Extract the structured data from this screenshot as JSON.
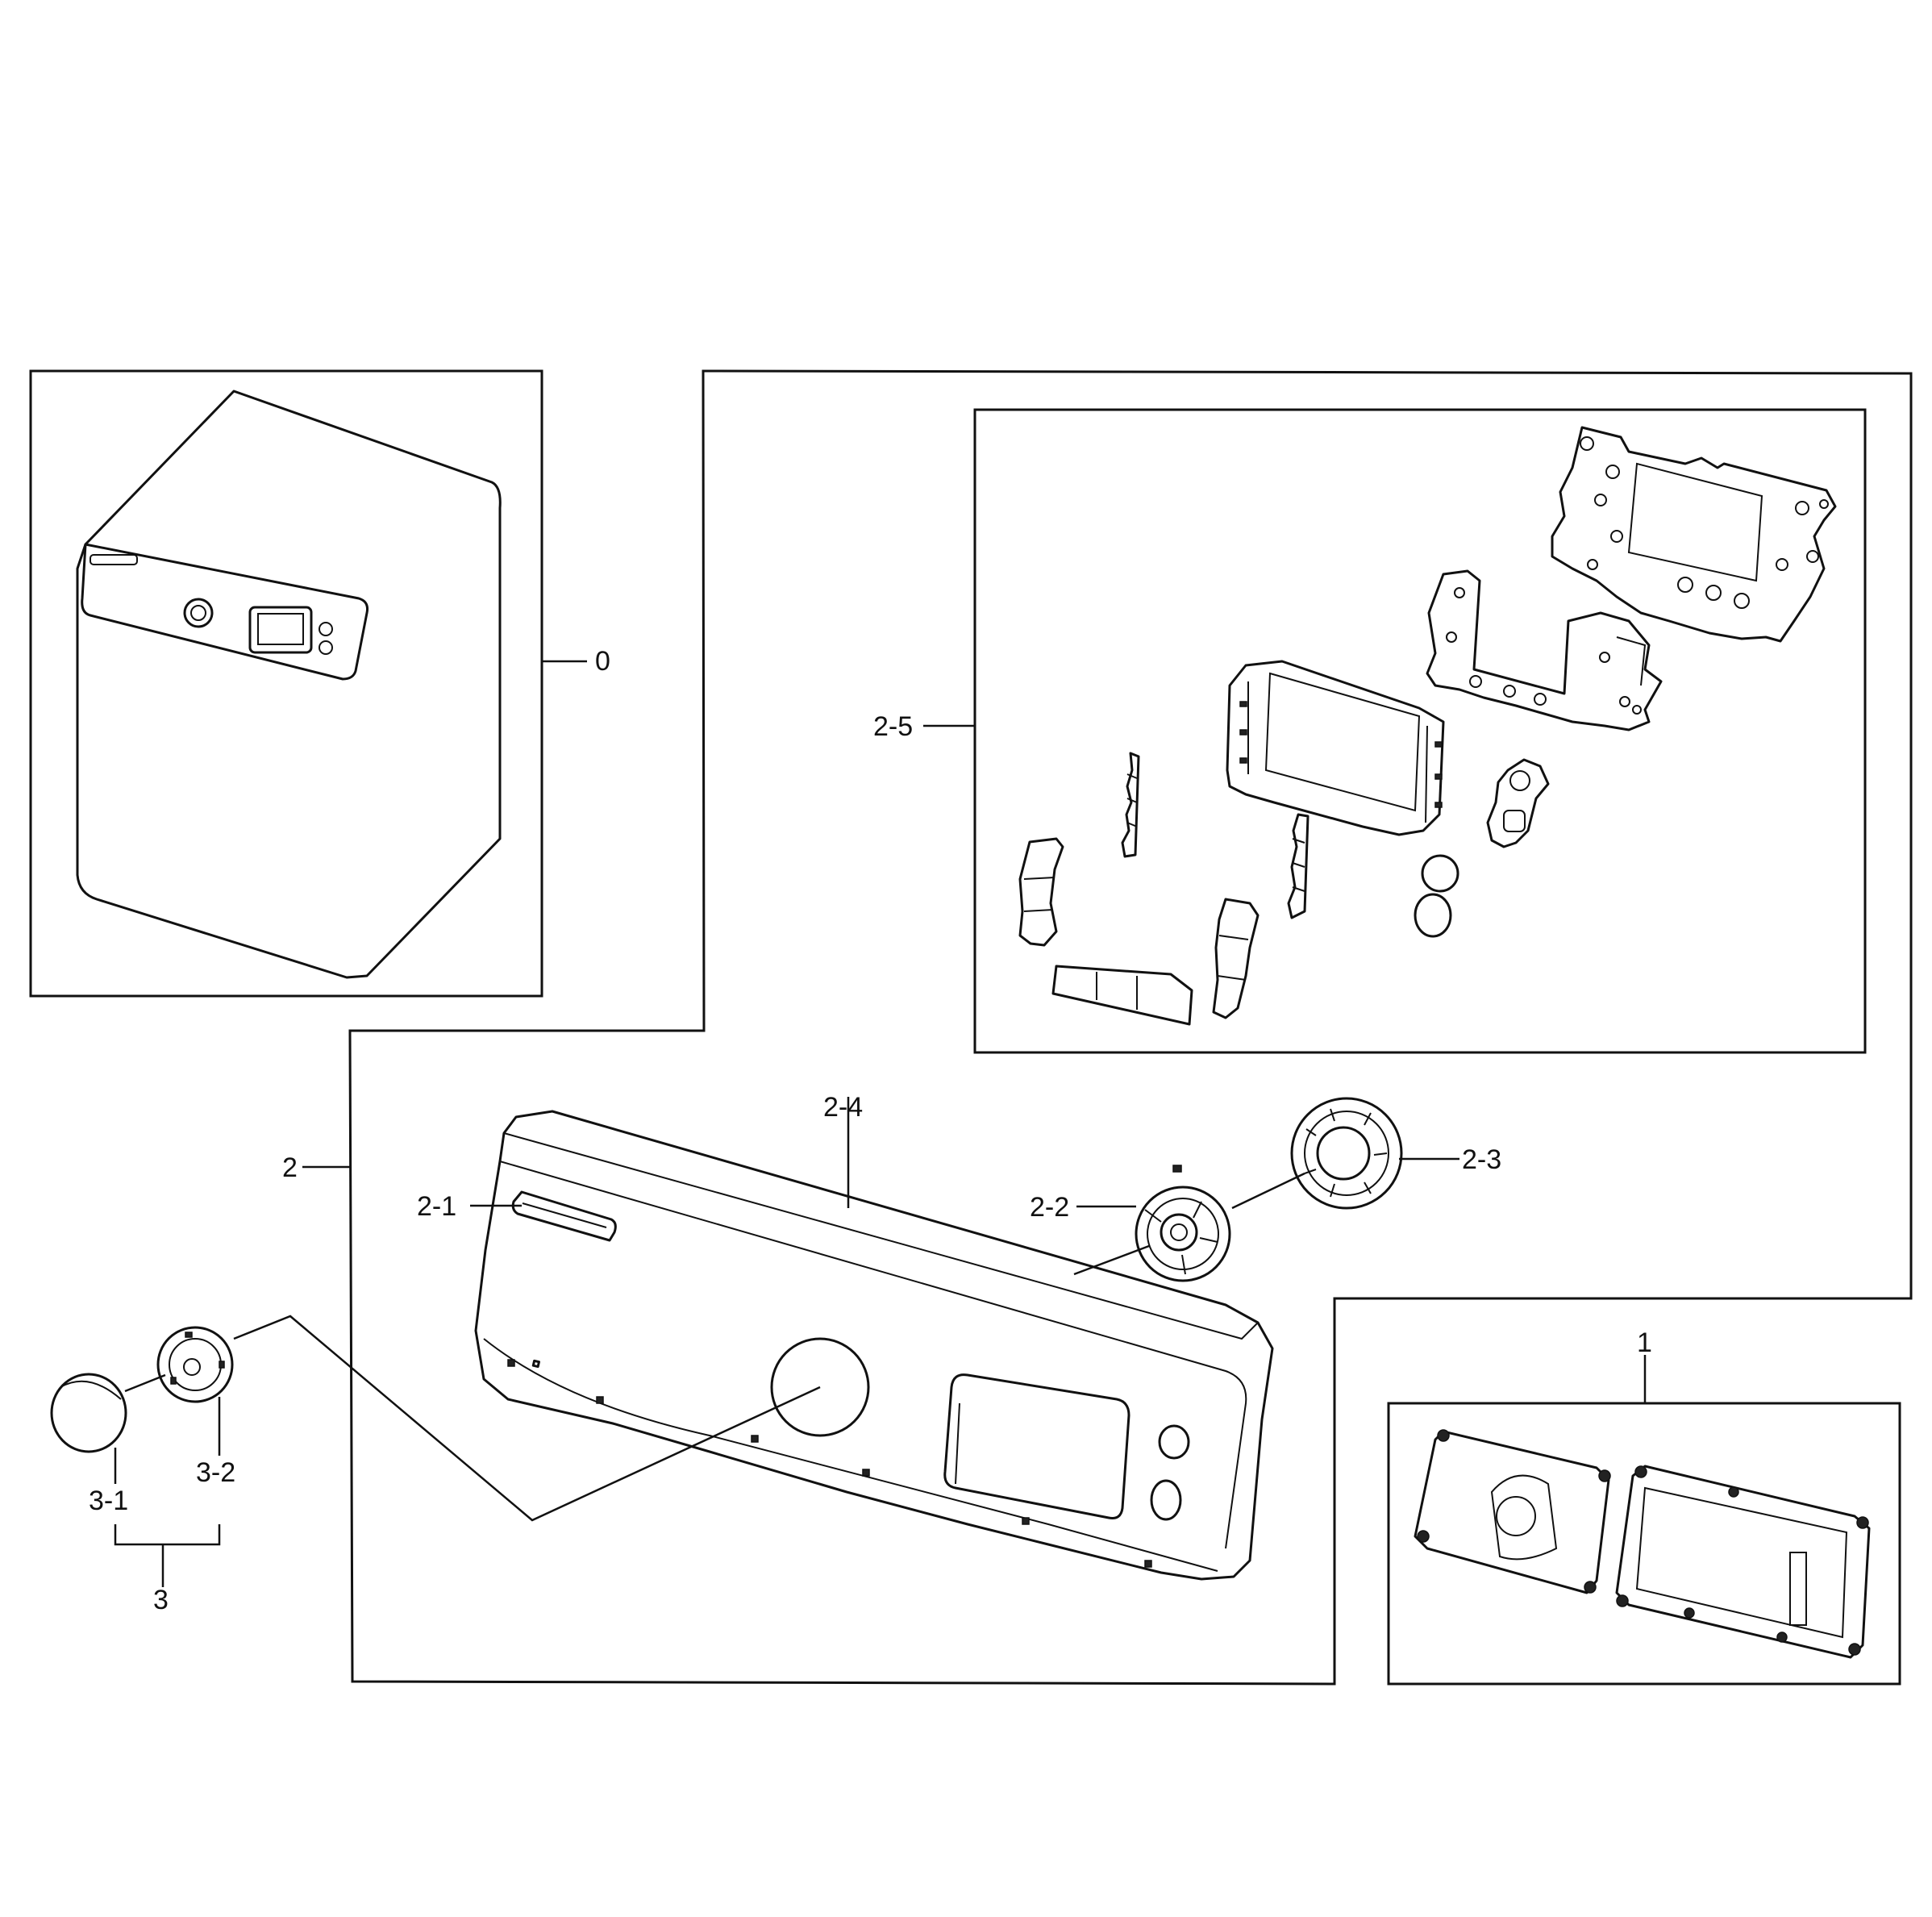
{
  "labels": {
    "assembly": "0",
    "pcb_assy": "1",
    "panel_control": "2",
    "display_label": "2-1",
    "knob_frame": "2-2",
    "knob_ring": "2-3",
    "panel_frame": "2-4",
    "button_parts": "2-5",
    "knob_assy": "3",
    "knob_cap": "3-1",
    "knob_base": "3-2"
  },
  "colors": {
    "line": "#111111",
    "background": "#ffffff"
  }
}
